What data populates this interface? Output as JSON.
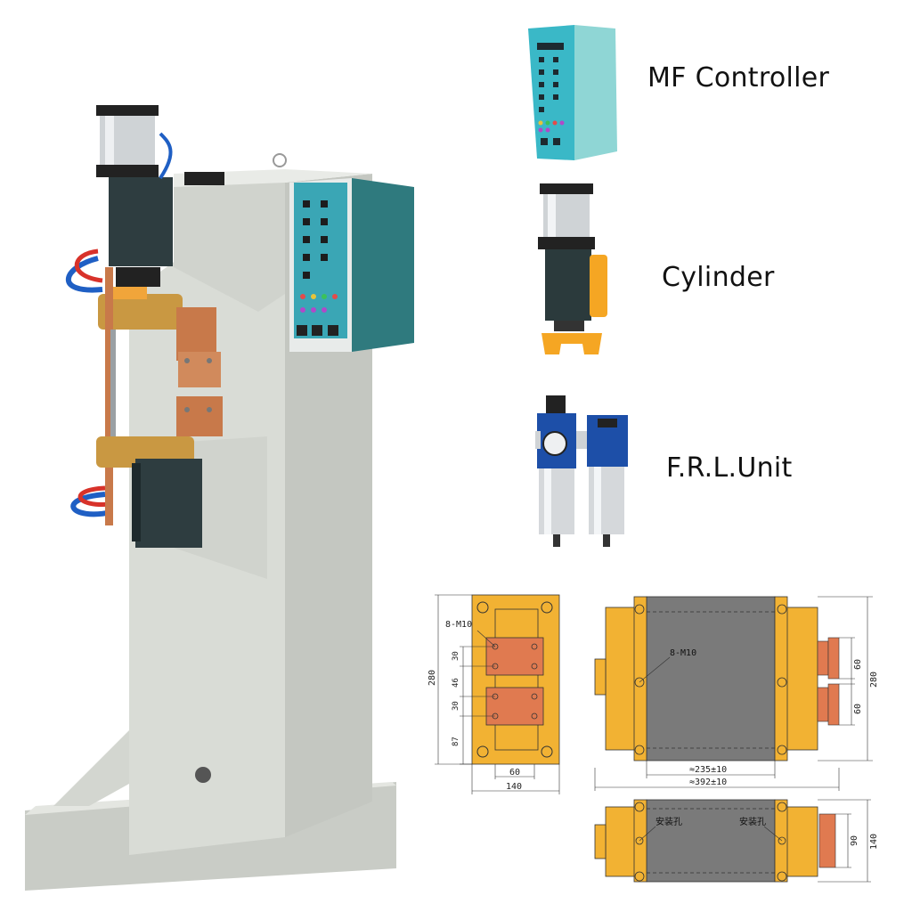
{
  "components": {
    "controller": {
      "label": "MF Controller",
      "icon": "controller-icon"
    },
    "cylinder": {
      "label": "Cylinder",
      "icon": "cylinder-icon"
    },
    "frl": {
      "label": "F.R.L.Unit",
      "icon": "frl-unit-icon"
    }
  },
  "drawings": {
    "side": {
      "bolts": "8-M10",
      "dims": [
        "280",
        "30",
        "46",
        "30",
        "87",
        "60",
        "140"
      ]
    },
    "front": {
      "bolts": "8-M10",
      "dims": [
        "60",
        "60",
        "280",
        "≈235±10",
        "≈392±10"
      ]
    },
    "top": {
      "hole_left": "安装孔",
      "hole_right": "安装孔",
      "dims": [
        "90",
        "140"
      ]
    }
  },
  "colors": {
    "machine_body": "#d9dcd6",
    "controller_panel": "#2f7a7e",
    "copper": "#c8794a",
    "drawing_yellow": "#f2b233",
    "drawing_grey": "#7a7a7a",
    "drawing_pad": "#e07a50"
  }
}
